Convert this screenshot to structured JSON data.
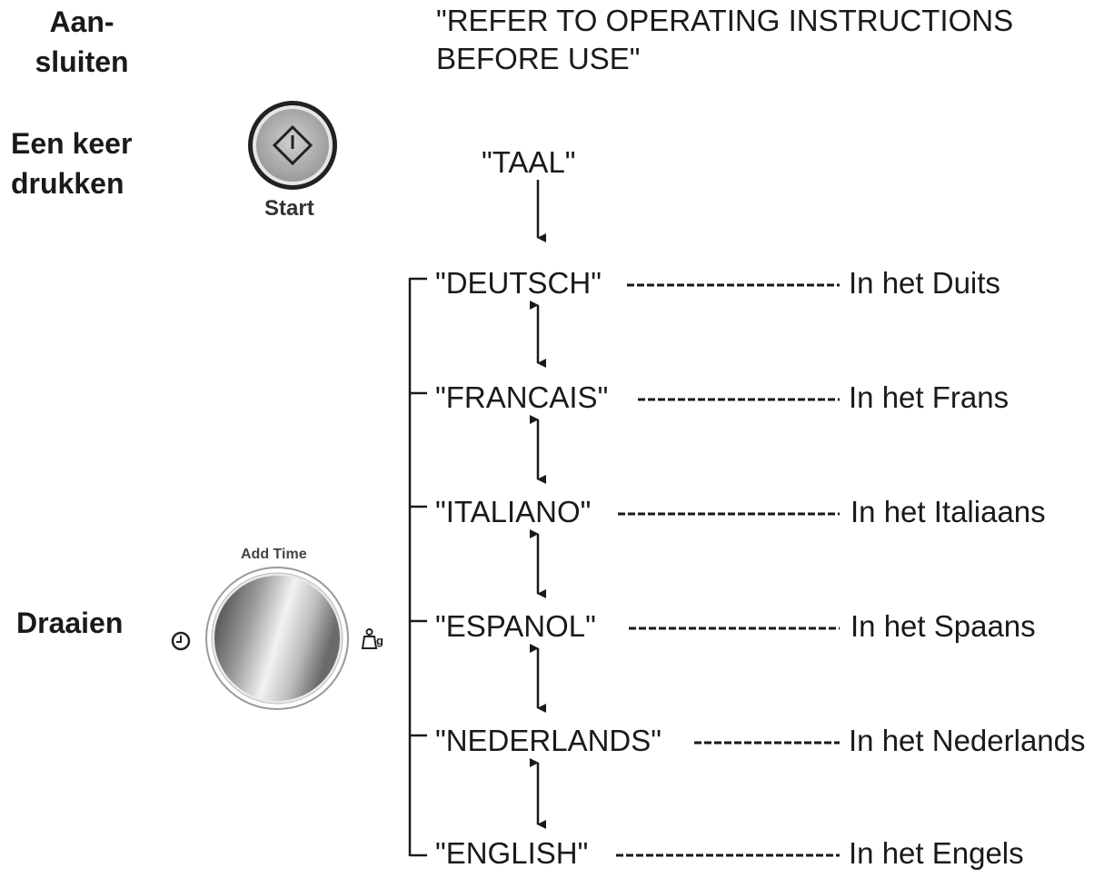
{
  "steps": {
    "plug_in": "Aan-\nsluiten",
    "press_once": "Een keer\ndrukken",
    "turn": "Draaien"
  },
  "message": "\"REFER TO OPERATING INSTRUCTIONS\nBEFORE USE\"",
  "start_button": {
    "label": "Start",
    "icon": "start-diamond-icon"
  },
  "dial": {
    "label": "Add Time",
    "left_icon": "clock-icon",
    "right_icon": "weight-icon",
    "right_icon_text": "g"
  },
  "menu_title": "\"TAAL\"",
  "languages": [
    {
      "code": "\"DEUTSCH\"",
      "desc": "In het Duits"
    },
    {
      "code": "\"FRANCAIS\"",
      "desc": "In het Frans"
    },
    {
      "code": "\"ITALIANO\"",
      "desc": "In het Italiaans"
    },
    {
      "code": "\"ESPANOL\"",
      "desc": "In het Spaans"
    },
    {
      "code": "\"NEDERLANDS\"",
      "desc": "In het Nederlands"
    },
    {
      "code": "\"ENGLISH\"",
      "desc": "In het Engels"
    }
  ]
}
